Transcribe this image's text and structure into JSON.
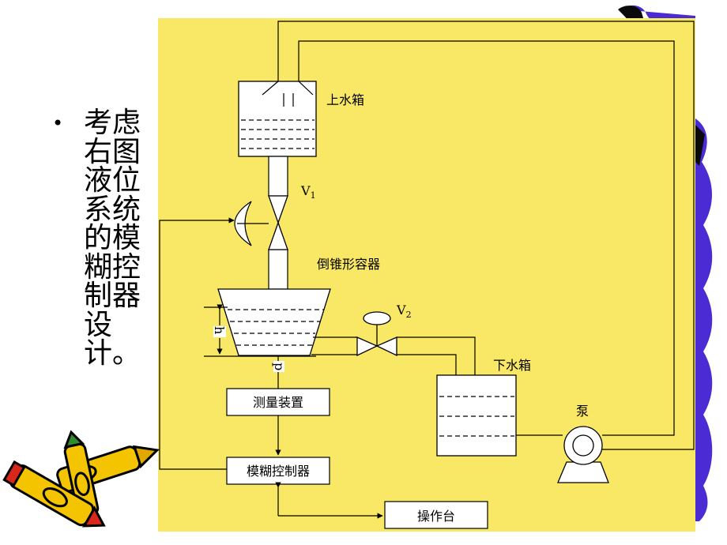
{
  "slide": {
    "bullet_marker": "•",
    "bullet_text": "考虑右图液位系统的模糊控制器设计。"
  },
  "diagram": {
    "background_color": "#f9e866",
    "labels": {
      "upper_tank": "上水箱",
      "valve1_letter": "V",
      "valve1_sub": "1",
      "cone_container": "倒锥形容器",
      "valve2_letter": "V",
      "valve2_sub": "2",
      "level": "h",
      "pressure": "p",
      "lower_tank": "下水箱",
      "pump": "泵",
      "measure": "测量装置",
      "controller": "模糊控制器",
      "console": "操作台"
    }
  },
  "decor": {
    "crayon_colors": [
      "#f5c400",
      "#d8281c",
      "#2e8b2e",
      "#111111"
    ],
    "ribbon_colors": [
      "#4a2bd4",
      "#0a0a0a"
    ]
  }
}
